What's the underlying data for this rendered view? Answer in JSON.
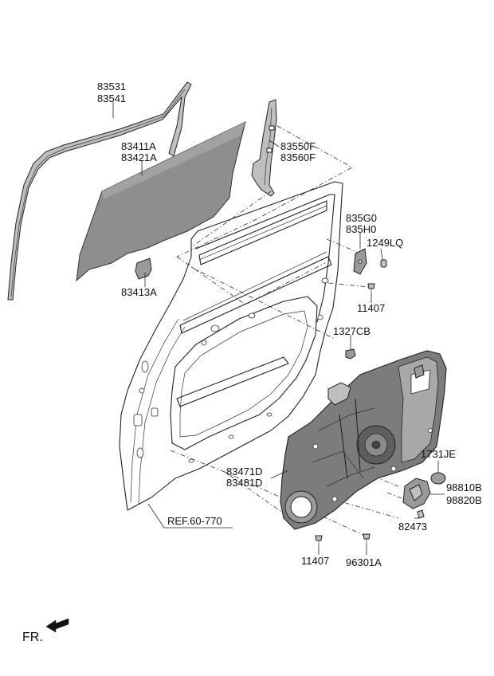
{
  "labels": {
    "run_channel": [
      "83531",
      "83541"
    ],
    "glass": [
      "83411A",
      "83421A"
    ],
    "glass_clip": "83413A",
    "rear_channel": [
      "83550F",
      "83560F"
    ],
    "sash_bracket": [
      "835G0",
      "835H0"
    ],
    "bolt_top": "1249LQ",
    "screw_top": "11407",
    "clip": "1327CB",
    "module_panel": [
      "83471D",
      "83481D"
    ],
    "cap": "1731JE",
    "latch": [
      "98810B",
      "98820B"
    ],
    "latch_bolt": "82473",
    "screw_bottom": "11407",
    "bolt_bottom": "96301A",
    "reference": "REF.60-770",
    "front_indicator": "FR."
  }
}
